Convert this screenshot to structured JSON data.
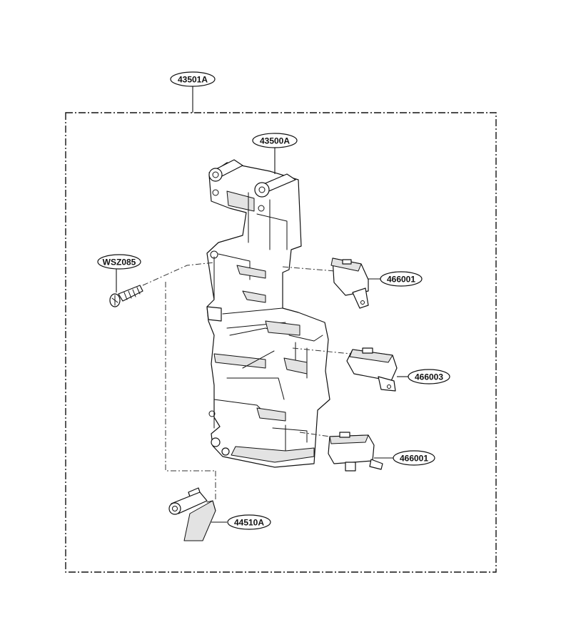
{
  "diagram": {
    "labels": {
      "assembly": "43501A",
      "frame": "43500A",
      "screw": "WSZ085",
      "switch_upper": "466001",
      "switch_middle": "466003",
      "switch_lower": "466001",
      "lever": "44510A"
    }
  }
}
